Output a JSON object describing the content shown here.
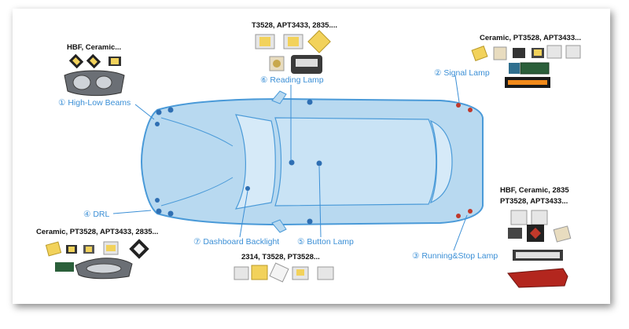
{
  "labels": {
    "high_low": "① High-Low Beams",
    "signal": "② Signal Lamp",
    "running_stop": "③ Running&Stop Lamp",
    "drl": "④ DRL",
    "button": "⑤ Button Lamp",
    "reading": "⑥ Reading Lamp",
    "dashboard": "⑦ Dashboard Backlight"
  },
  "parts": {
    "high_low": "HBF, Ceramic...",
    "reading": "T3528, APT3433, 2835....",
    "signal": "Ceramic, PT3528, APT3433...",
    "running_stop_1": "HBF, Ceramic, 2835",
    "running_stop_2": "PT3528, APT3433...",
    "drl": "Ceramic, PT3528, APT3433, 2835...",
    "button_dash": "2314, T3528, PT3528..."
  },
  "colors": {
    "accent": "#3b8fd6",
    "car_fill": "#b8d9f0",
    "car_stroke": "#4a9ad8"
  }
}
